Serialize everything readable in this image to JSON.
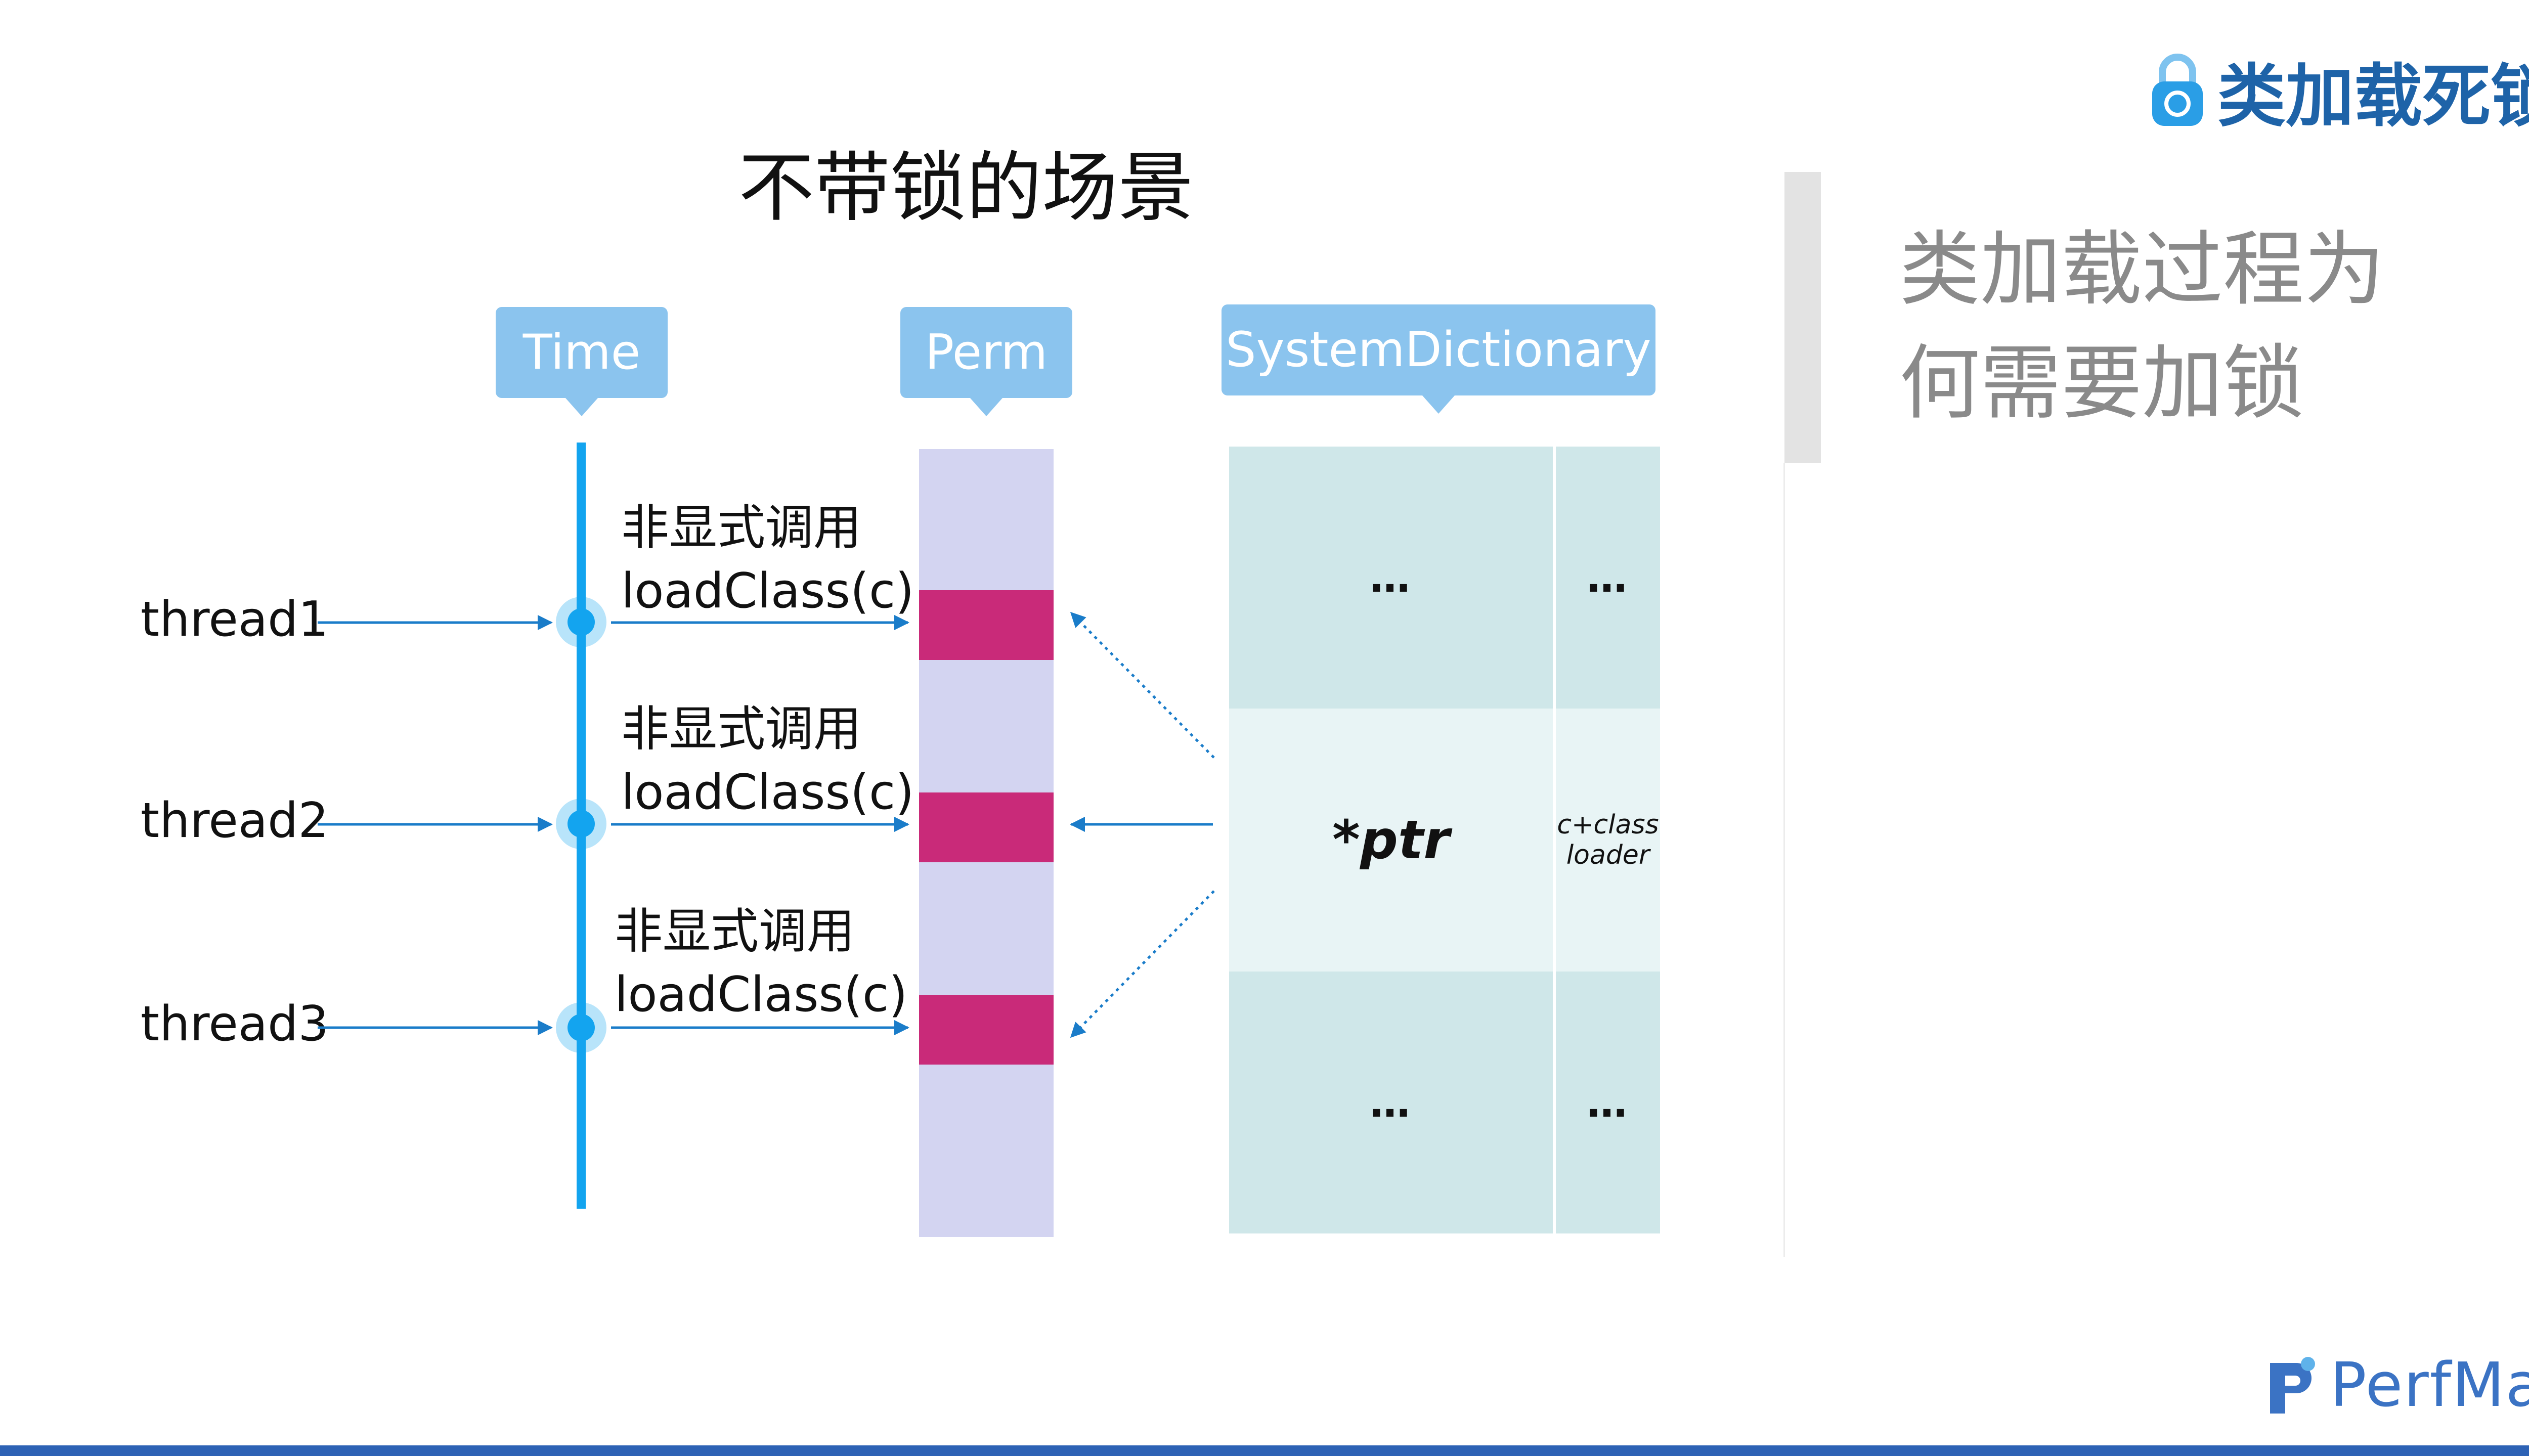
{
  "header": {
    "brand_title": "类加载死锁",
    "slide_title": "不带锁的场景"
  },
  "side_panel": {
    "lines": [
      "类加载过程为",
      "何需要加锁"
    ]
  },
  "columns": {
    "time": "Time",
    "perm": "Perm",
    "dict": "SystemDictionary"
  },
  "threads": [
    {
      "label": "thread1",
      "call_line1": "非显式调用",
      "call_line2": "loadClass(c)"
    },
    {
      "label": "thread2",
      "call_line1": "非显式调用",
      "call_line2": "loadClass(c)"
    },
    {
      "label": "thread3",
      "call_line1": "非显式调用",
      "call_line2": "loadClass(c)"
    }
  ],
  "dictionary": {
    "rows": [
      {
        "key": "…",
        "value": "…"
      },
      {
        "key": "*ptr",
        "value_line1": "c+class",
        "value_line2": "loader"
      },
      {
        "key": "…",
        "value": "…"
      }
    ]
  },
  "footer": {
    "logo_text": "PerfMa"
  },
  "colors": {
    "accent": "#13a4ef",
    "label_bg": "#8bc4ee",
    "perm_bg": "#d3d4f1",
    "perm_block": "#c92a79",
    "dict_dark": "#cfe7e9",
    "dict_light": "#e8f4f5",
    "brand": "#1e63a8",
    "footer_bar": "#2d62b5"
  }
}
